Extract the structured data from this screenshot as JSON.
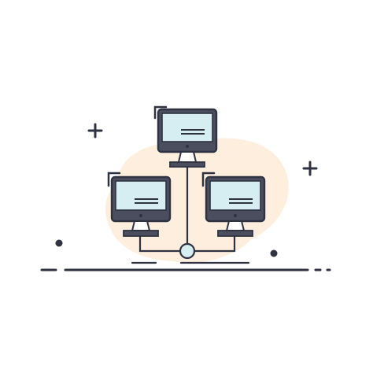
{
  "illustration": {
    "icon": "network-computers-icon",
    "computers": [
      "top",
      "left",
      "right"
    ],
    "colors": {
      "outline": "#2f3341",
      "screen_fill": "#d6eef2",
      "frame_fill": "#4a4e5e",
      "blob_fill": "#fdeedd",
      "hub_fill": "#d6eef2",
      "background": "#ffffff"
    }
  }
}
